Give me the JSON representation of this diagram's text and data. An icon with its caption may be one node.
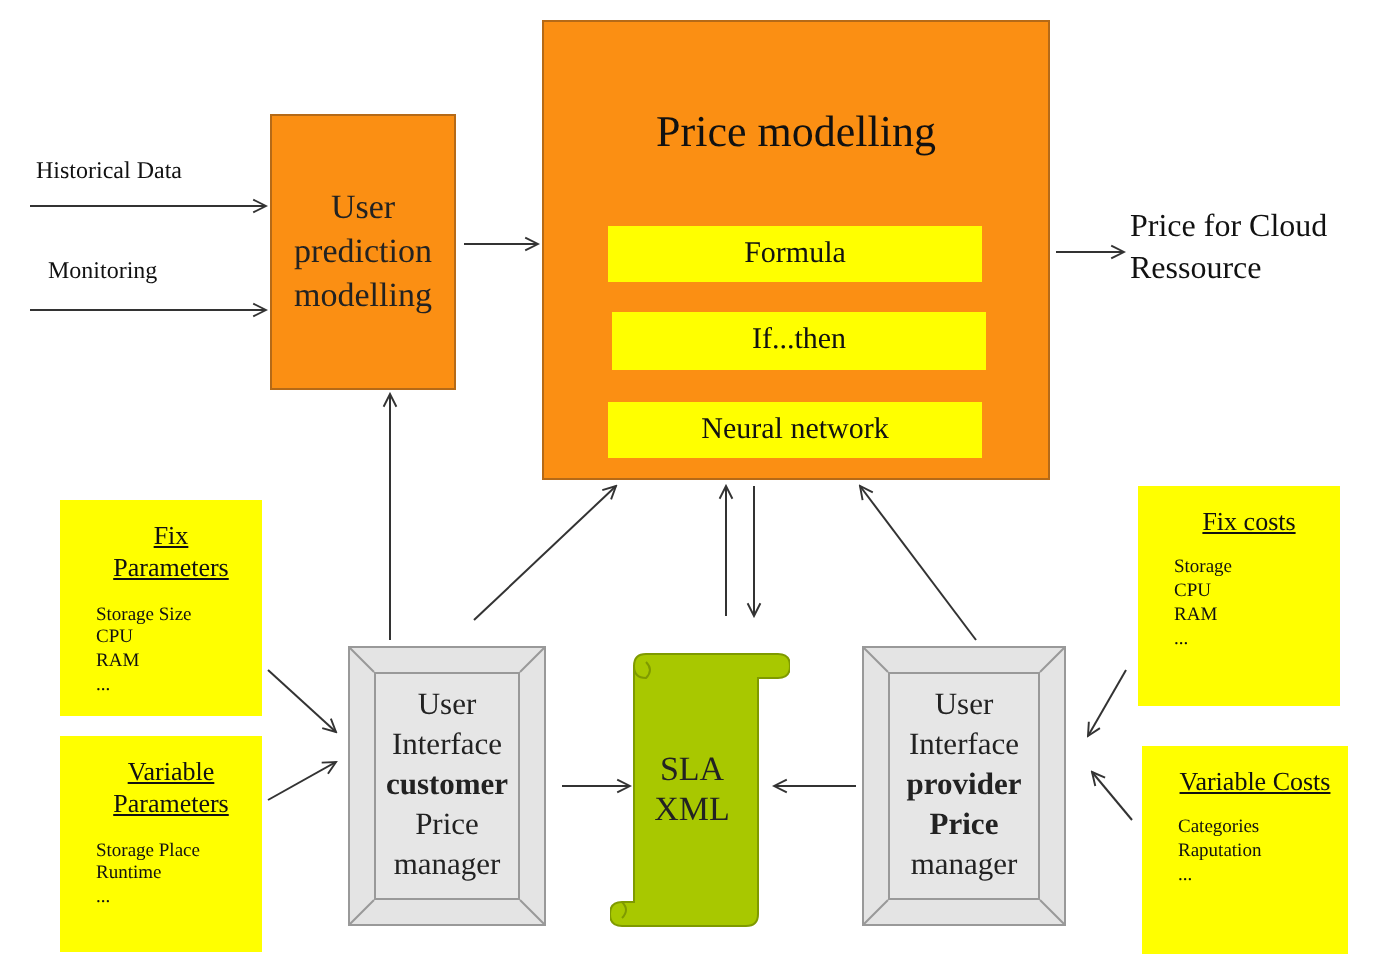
{
  "diagram": {
    "nodes": [
      {
        "text": [
          "Historical Data"
        ]
      },
      {
        "text": [
          "Monitoring"
        ]
      },
      {
        "text": [
          "User prediction modelling"
        ]
      },
      {
        "text": [
          "Price modelling"
        ]
      },
      {
        "text": [
          "Formula"
        ],
        "in": 3
      },
      {
        "text": [
          "If...then"
        ],
        "in": 3
      },
      {
        "text": [
          "Neural network"
        ],
        "in": 3
      },
      {
        "text": [
          "Price for Cloud Ressource"
        ]
      },
      {
        "text": [
          "Fix Parameters",
          "Storage Size",
          "CPU",
          "RAM",
          "..."
        ]
      },
      {
        "text": [
          "Variable Parameters",
          "Storage Place",
          "Runtime",
          "..."
        ]
      },
      {
        "text": [
          "User Interface **customer** Price manager"
        ]
      },
      {
        "text": [
          "SLA XML"
        ]
      },
      {
        "text": [
          "User Interface **provider Price** manager"
        ]
      },
      {
        "text": [
          "Fix costs",
          "Storage",
          "CPU",
          "RAM",
          "..."
        ]
      },
      {
        "text": [
          "Variable  Costs",
          "Categories",
          "Raputation",
          "..."
        ]
      }
    ],
    "edges": [
      {
        "from": 0,
        "to": 2,
        "arrow": "to"
      },
      {
        "from": 1,
        "to": 2,
        "arrow": "to"
      },
      {
        "from": 2,
        "to": 3,
        "arrow": "to"
      },
      {
        "from": 3,
        "to": 7,
        "arrow": "to"
      },
      {
        "from": 10,
        "to": 2,
        "arrow": "to"
      },
      {
        "from": 10,
        "to": 3,
        "arrow": "to"
      },
      {
        "from": 11,
        "to": 3,
        "arrow": "to"
      },
      {
        "from": 3,
        "to": 11,
        "arrow": "to"
      },
      {
        "from": 12,
        "to": 3,
        "arrow": "to"
      },
      {
        "from": 8,
        "to": 10,
        "arrow": "to"
      },
      {
        "from": 9,
        "to": 10,
        "arrow": "to"
      },
      {
        "from": 10,
        "to": 11,
        "arrow": "to"
      },
      {
        "from": 12,
        "to": 11,
        "arrow": "to"
      },
      {
        "from": 13,
        "to": 12,
        "arrow": "to"
      },
      {
        "from": 14,
        "to": 12,
        "arrow": "to"
      }
    ]
  }
}
